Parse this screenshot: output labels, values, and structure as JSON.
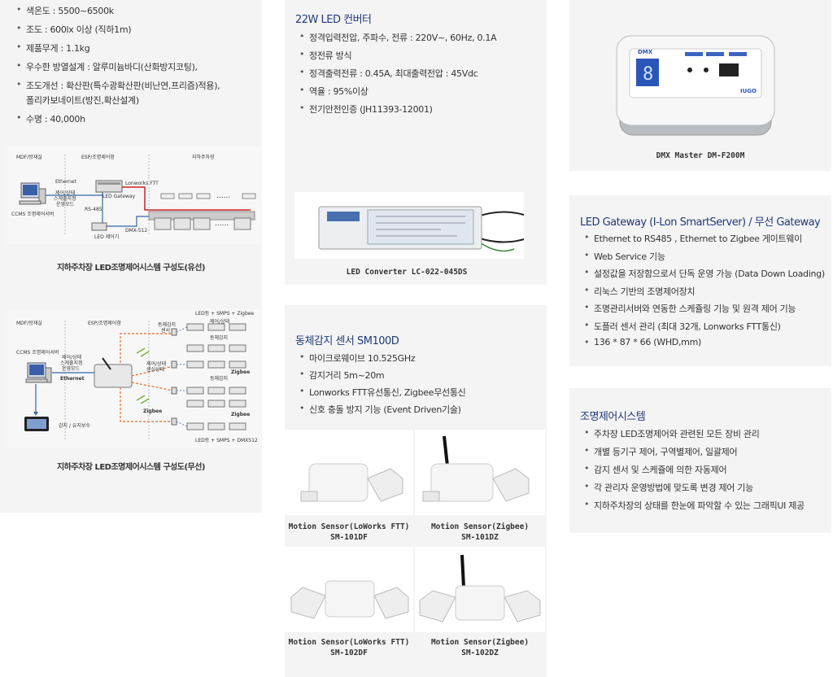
{
  "col1": {
    "specs": [
      "색온도 : 5500~6500k",
      "조도 : 600lx 이상 (직하1m)",
      "제품무게 : 1.1kg",
      "우수한 방열설계 : 알루미늄바디(산화방지코팅),",
      "조도개선 : 확산판(특수광확산판(비난연,프리즘)적용),",
      "수명 : 40,000h"
    ],
    "spec_continuation": "폴리카보네이트(방진,확산설계)",
    "wired": {
      "headers": [
        "MDF/방재실",
        "ESP/조명제어함",
        "지하주차장"
      ],
      "labels": {
        "ethernet": "Ethernet",
        "control_board": [
          "제어/상태",
          "스케줄지정",
          "운영모드"
        ],
        "lonworks": "Lonworks FTT",
        "gateway": "LED Gateway",
        "rs485": "RS-485",
        "ccms": "CCMS 조명제어서버",
        "dmx": "DMX-512",
        "led_ctrl": "LED 제어기",
        "dots": "......"
      },
      "caption": "지하주차장 LED조명제어시스템 구성도(유선)"
    },
    "wireless": {
      "headers": [
        "MDF/방재실",
        "ESP/조명제어함"
      ],
      "labels": {
        "ccms": "CCMS 조명제어서버",
        "control_board": [
          "제어/상태",
          "스케줄지정",
          "운영모드"
        ],
        "ethernet": "Ethernet",
        "monitor": "감지 / 유지보수",
        "sensor": [
          "동체감지",
          "센서"
        ],
        "ctrl_status": [
          "제어/상태",
          "센싱상태"
        ],
        "zigbee": "Zigbee",
        "led_top": "LED등 + SMPS + Zigbee",
        "led_bottom": "LED등 + SMPS + DMX512",
        "ctrl_state": "제어/상태",
        "detect": "동체감지"
      },
      "caption": "지하주차장 LED조명제어시스템 구성도(무선)"
    }
  },
  "col2": {
    "converter_title": "22W LED 컨버터",
    "converter_specs": [
      "정격입력전압, 주파수, 전류 : 220V~, 60Hz, 0.1A",
      "정전류 방식",
      "정격출력전류 : 0.45A, 최대출력전압 : 45Vdc",
      "역율 : 95%이상",
      "전기안전인증 (JH11393-12001)"
    ],
    "converter_caption": "LED Converter LC-022-045DS",
    "sensor_title": "동체감지 센서 SM100D",
    "sensor_specs": [
      "마이크로웨이브 10.525GHz",
      "감지거리 5m~20m",
      "Lonworks FTT유선통신,  Zigbee무선통신",
      "신호 충돌 방지 기능 (Event Driven기술)"
    ],
    "sensors": [
      {
        "line1": "Motion Sensor(LoWorks FTT)",
        "line2": "SM-101DF"
      },
      {
        "line1": "Motion Sensor(Zigbee)",
        "line2": "SM-101DZ"
      },
      {
        "line1": "Motion Sensor(LoWorks FTT)",
        "line2": "SM-102DF"
      },
      {
        "line1": "Motion Sensor(Zigbee)",
        "line2": "SM-102DZ"
      }
    ]
  },
  "col3": {
    "dmx_caption": "DMX Master DM-F200M",
    "dmx_brand": "DMX",
    "dmx_logo": "IUGO",
    "gateway_title": "LED Gateway (I-Lon SmartServer) / 무선 Gateway",
    "gateway_specs": [
      "Ethernet to RS485 , Ethernet to Zigbee 게이트웨이",
      "Web Service 기능",
      "설정값을 저장함으로서 단독 운영 가능 (Data Down Loading)",
      "리눅스 기반의 조명제어장치",
      "조명관리서버와 연동한 스케쥴링 기능 및 원격 제어 기능",
      "도플러 센서 관리 (최대 32개, Lonworks FTT통신)",
      "136 * 87 * 66 (WHD,mm)"
    ],
    "lighting_title": "조명제어시스템",
    "lighting_specs": [
      "주차장 LED조명제어와 관련된 모든 장비 관리",
      "개별 등기구 제어, 구역별제어, 일괄제어",
      "감지 센서 및 스케쥴에 의한 자동제어",
      "각 관리자 운영방법에 맞도록 변경 제어 기능",
      "지하주차장의 상태를 한눈에 파악할 수 있는 그래픽UI 제공"
    ]
  },
  "colors": {
    "panel_bg": "#f4f4f4",
    "title_blue": "#1f3a7a",
    "wire_red": "#cc2222",
    "wire_blue": "#3366aa",
    "wireless_orange": "#e86a2a"
  }
}
